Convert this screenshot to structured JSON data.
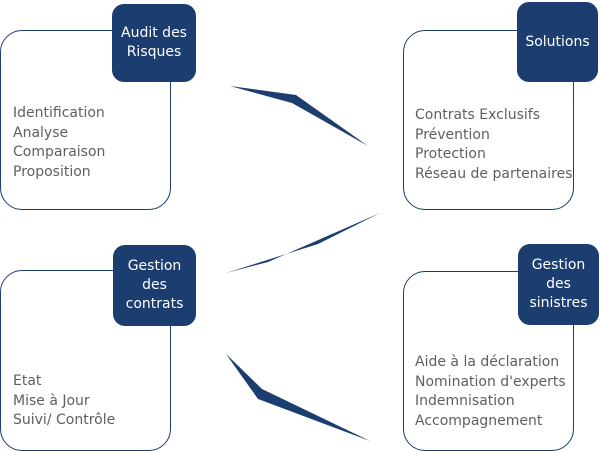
{
  "blocks": {
    "audit": {
      "title": [
        "Audit des",
        "Risques"
      ],
      "items": [
        "Identification",
        "Analyse",
        "Comparaison",
        "Proposition"
      ]
    },
    "solutions": {
      "title": [
        "Solutions"
      ],
      "items": [
        "Contrats Exclusifs",
        "Prévention",
        "Protection",
        "Réseau de partenaires"
      ]
    },
    "gestion_contrats": {
      "title": [
        "Gestion",
        "des",
        "contrats"
      ],
      "items": [
        "Etat",
        "Mise à Jour",
        "Suivi/ Contrôle"
      ]
    },
    "gestion_sinistres": {
      "title": [
        "Gestion",
        "des",
        "sinistres"
      ],
      "items": [
        "Aide à la déclaration",
        "Nomination d'experts",
        "Indemnisation",
        "Accompagnement"
      ]
    }
  },
  "colors": {
    "accent": "#1c3d70",
    "text": "#5f5f5f"
  }
}
